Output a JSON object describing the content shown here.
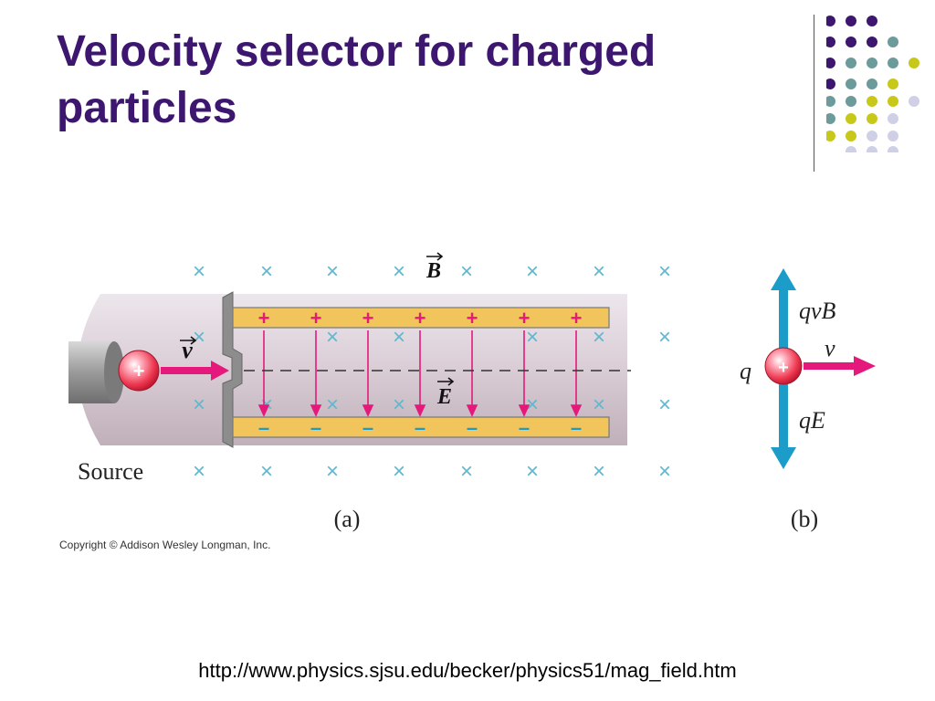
{
  "slide": {
    "title_line1": "Velocity selector for charged",
    "title_line2": "particles",
    "source_url": "http://www.physics.sjsu.edu/becker/physics51/mag_field.htm"
  },
  "diagram": {
    "panel_a": {
      "label": "(a)",
      "source_label": "Source",
      "b_field_label": "B",
      "e_field_label": "E",
      "velocity_label": "v",
      "charge_sign": "+",
      "plate_top_sign": "+",
      "plate_bottom_sign": "–",
      "field_symbol": "×"
    },
    "panel_b": {
      "label": "(b)",
      "charge_label": "q",
      "charge_sign": "+",
      "magnetic_force_label": "qvB",
      "electric_force_label": "qE",
      "velocity_label": "v"
    },
    "copyright": "Copyright © Addison Wesley Longman, Inc."
  },
  "colors": {
    "title": "#3d1670",
    "dot_purple": "#3d1670",
    "dot_teal": "#6d9a9a",
    "dot_yellow": "#c8c81a",
    "dot_lavender": "#cfd0e6",
    "field_x": "#5fb8d0",
    "plates": "#f2c45c",
    "magenta": "#e5197b",
    "force_arrows": "#1c9cc8"
  }
}
